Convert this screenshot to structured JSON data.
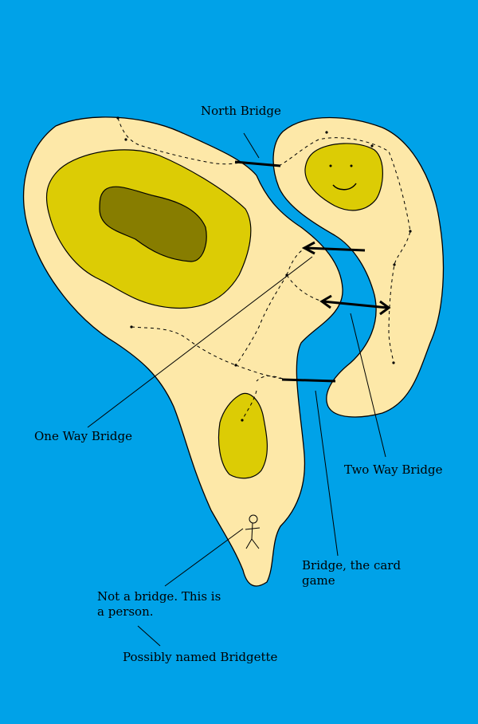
{
  "colors": {
    "water": "#00a2e8",
    "sand": "#fde8a8",
    "grass": "#dccc05",
    "hill": "#877d00",
    "line": "#000000"
  },
  "labels": {
    "north_bridge": "North Bridge",
    "one_way_bridge": "One Way Bridge",
    "two_way_bridge": "Two Way Bridge",
    "bridge_card_game": "Bridge, the card game",
    "person_note": "Not a bridge. This is a person.",
    "person_name": "Possibly named Bridgette"
  }
}
